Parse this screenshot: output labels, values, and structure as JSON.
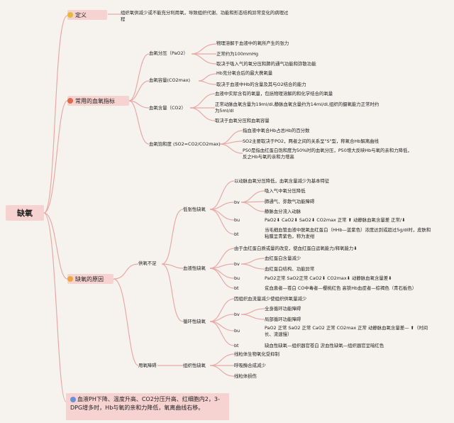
{
  "root": "缺氧",
  "def": {
    "label": "定义",
    "text": "组织氧供减少或不能充分利用氧，导致组织代谢、功能和形态结构异常变化的病理过程"
  },
  "index": {
    "label": "常用的血氧指标",
    "items": [
      {
        "name": "血氧分压（PaO2）",
        "notes": [
          "物理溶解于血液中的氧所产生的张力",
          "正常约为100mmHg",
          "取决于吸入气的氧分压和肺的通气功能和弥散功能"
        ]
      },
      {
        "name": "血氧容量(CO2max)",
        "notes": [
          "Hb充分氧合后的最大携氧量",
          "取决于血液中Hb的含量及其与O2结合的能力"
        ]
      },
      {
        "name": "血氧含量（CO2）",
        "notes": [
          "血液中实际含有的氧量，包括物理溶解的和化学结合的氧量",
          "正常动脉血氧含量为19ml/dl,静脉血氧含量约为14ml/dl,组织的摄氧能力正常时约为5ml/dl",
          "取决于血氧分压和血氧容量"
        ]
      },
      {
        "name": "血氧饱和度 (SO2=CO2/CO2max)",
        "notes": [
          "指血液中氧合Hb占总Hb的百分数",
          "SO2主要取决于PO2，两者之间的关系呈\"S\"型，称氧合Hb解离曲线",
          "P50是指血红蛋白饱和度为50%时的血氧分压，P50增大反映Hb与氧的亲和力降低，反之Hb与氧的亲和力增高"
        ]
      }
    ]
  },
  "cause": {
    "label": "缺氧的原因",
    "supply": "供氧不足",
    "utilization": "用氧障碍",
    "hypotonic": {
      "name": "低张性缺氧",
      "desc": "以动脉血氧分压降低，血氧含量减少为基本特征",
      "bv": "bv",
      "bv_items": [
        "吸入气中氧分压降低",
        "肺通气、弥散气功能障碍",
        "静脉血分流入动脉"
      ],
      "bu": "bu",
      "bu_text": "PaO2⬇ CaO2⬇ SaO2⬇ CO2max 正常 ⬆ 动静脉血氧含量差 正常/⬇",
      "bt": "bt",
      "bt_text": "当毛细血管血液中脱氧血红蛋白（HHb—蓝紫色）浓度达到或超过5g/dl时，皮肤和粘膜呈青紫色，称为发绀"
    },
    "hemic": {
      "name": "血液性缺氧",
      "desc": "由于血红蛋白质或量的改变，使血红蛋白运氧能力/释氧能力⬇",
      "bv": "bv",
      "bv_items": [
        "血红蛋白含量减少",
        "血红蛋白结构、功能异常"
      ],
      "bu": "bu",
      "bu_text": "PaO2正常 SaO2正常 CaO2⬇ CO2max⬇ 动静脉血氧含量差⬇",
      "bt": "bt",
      "bt_text": "贫血患者—苍白 CO中毒者—樱桃红色 高铁Hb血症者—棕褐色（青石板色）"
    },
    "circulatory": {
      "name": "循环性缺氧",
      "desc": "因组织血流量减少使组织供氧量减少",
      "bv": "bv",
      "bv_items": [
        "全身循环功能障碍",
        "局部循环功能障碍"
      ],
      "bu": "bu",
      "bu_text": "PaO2 正常 SaO2 正常 CaO2 正常 CO2max 正常 动静脉血氧含量差— ⬆（时间长、流速慢）",
      "bt": "bt",
      "bt_text": "缺血性缺氧—组织器官苍白 淤血性缺氧—组织器官呈暗红色"
    },
    "histogenous": {
      "name": "组织性缺氧",
      "items": [
        "线粒体生物氧化受抑制",
        "呼吸酶合成减少",
        "线粒体损伤"
      ]
    }
  },
  "bottom": "血液PH下降、温度升高、CO2分压升高、红细胞内2，3-DPG增多时，Hb与氧的亲和力降低，氧离曲线右移。",
  "colors": {
    "line": "#e8a9a6",
    "box": "#f6d2d0",
    "background": "#f6f3ee",
    "arrow": "#3a8fd6"
  }
}
